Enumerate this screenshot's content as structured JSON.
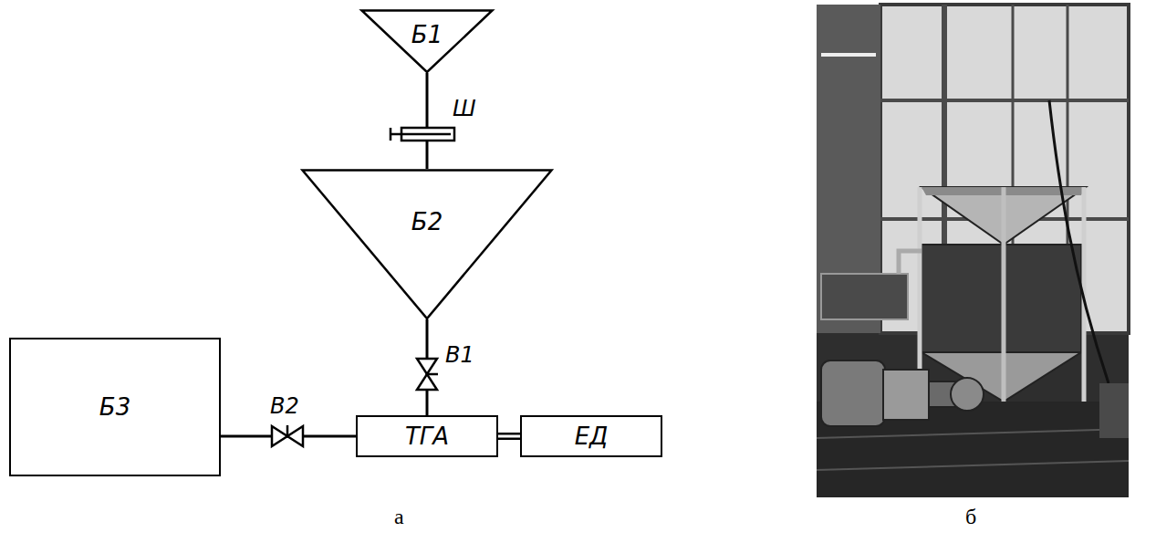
{
  "diagram": {
    "nodes": [
      {
        "text": [
          "Б1"
        ]
      },
      {
        "text": [
          "Б2"
        ]
      },
      {
        "text": [
          "Б3"
        ]
      },
      {
        "text": [
          "ТГА"
        ]
      },
      {
        "text": [
          "ЕД"
        ]
      }
    ],
    "edges": [
      {
        "from": 0,
        "to": 1,
        "arrow": "none"
      },
      {
        "from": 1,
        "to": 3,
        "arrow": "none"
      },
      {
        "from": 2,
        "to": 3,
        "arrow": "none"
      },
      {
        "from": 3,
        "to": 4,
        "arrow": "none"
      }
    ],
    "labels": [
      "Ш",
      "В1",
      "В2",
      "а",
      "б"
    ]
  }
}
